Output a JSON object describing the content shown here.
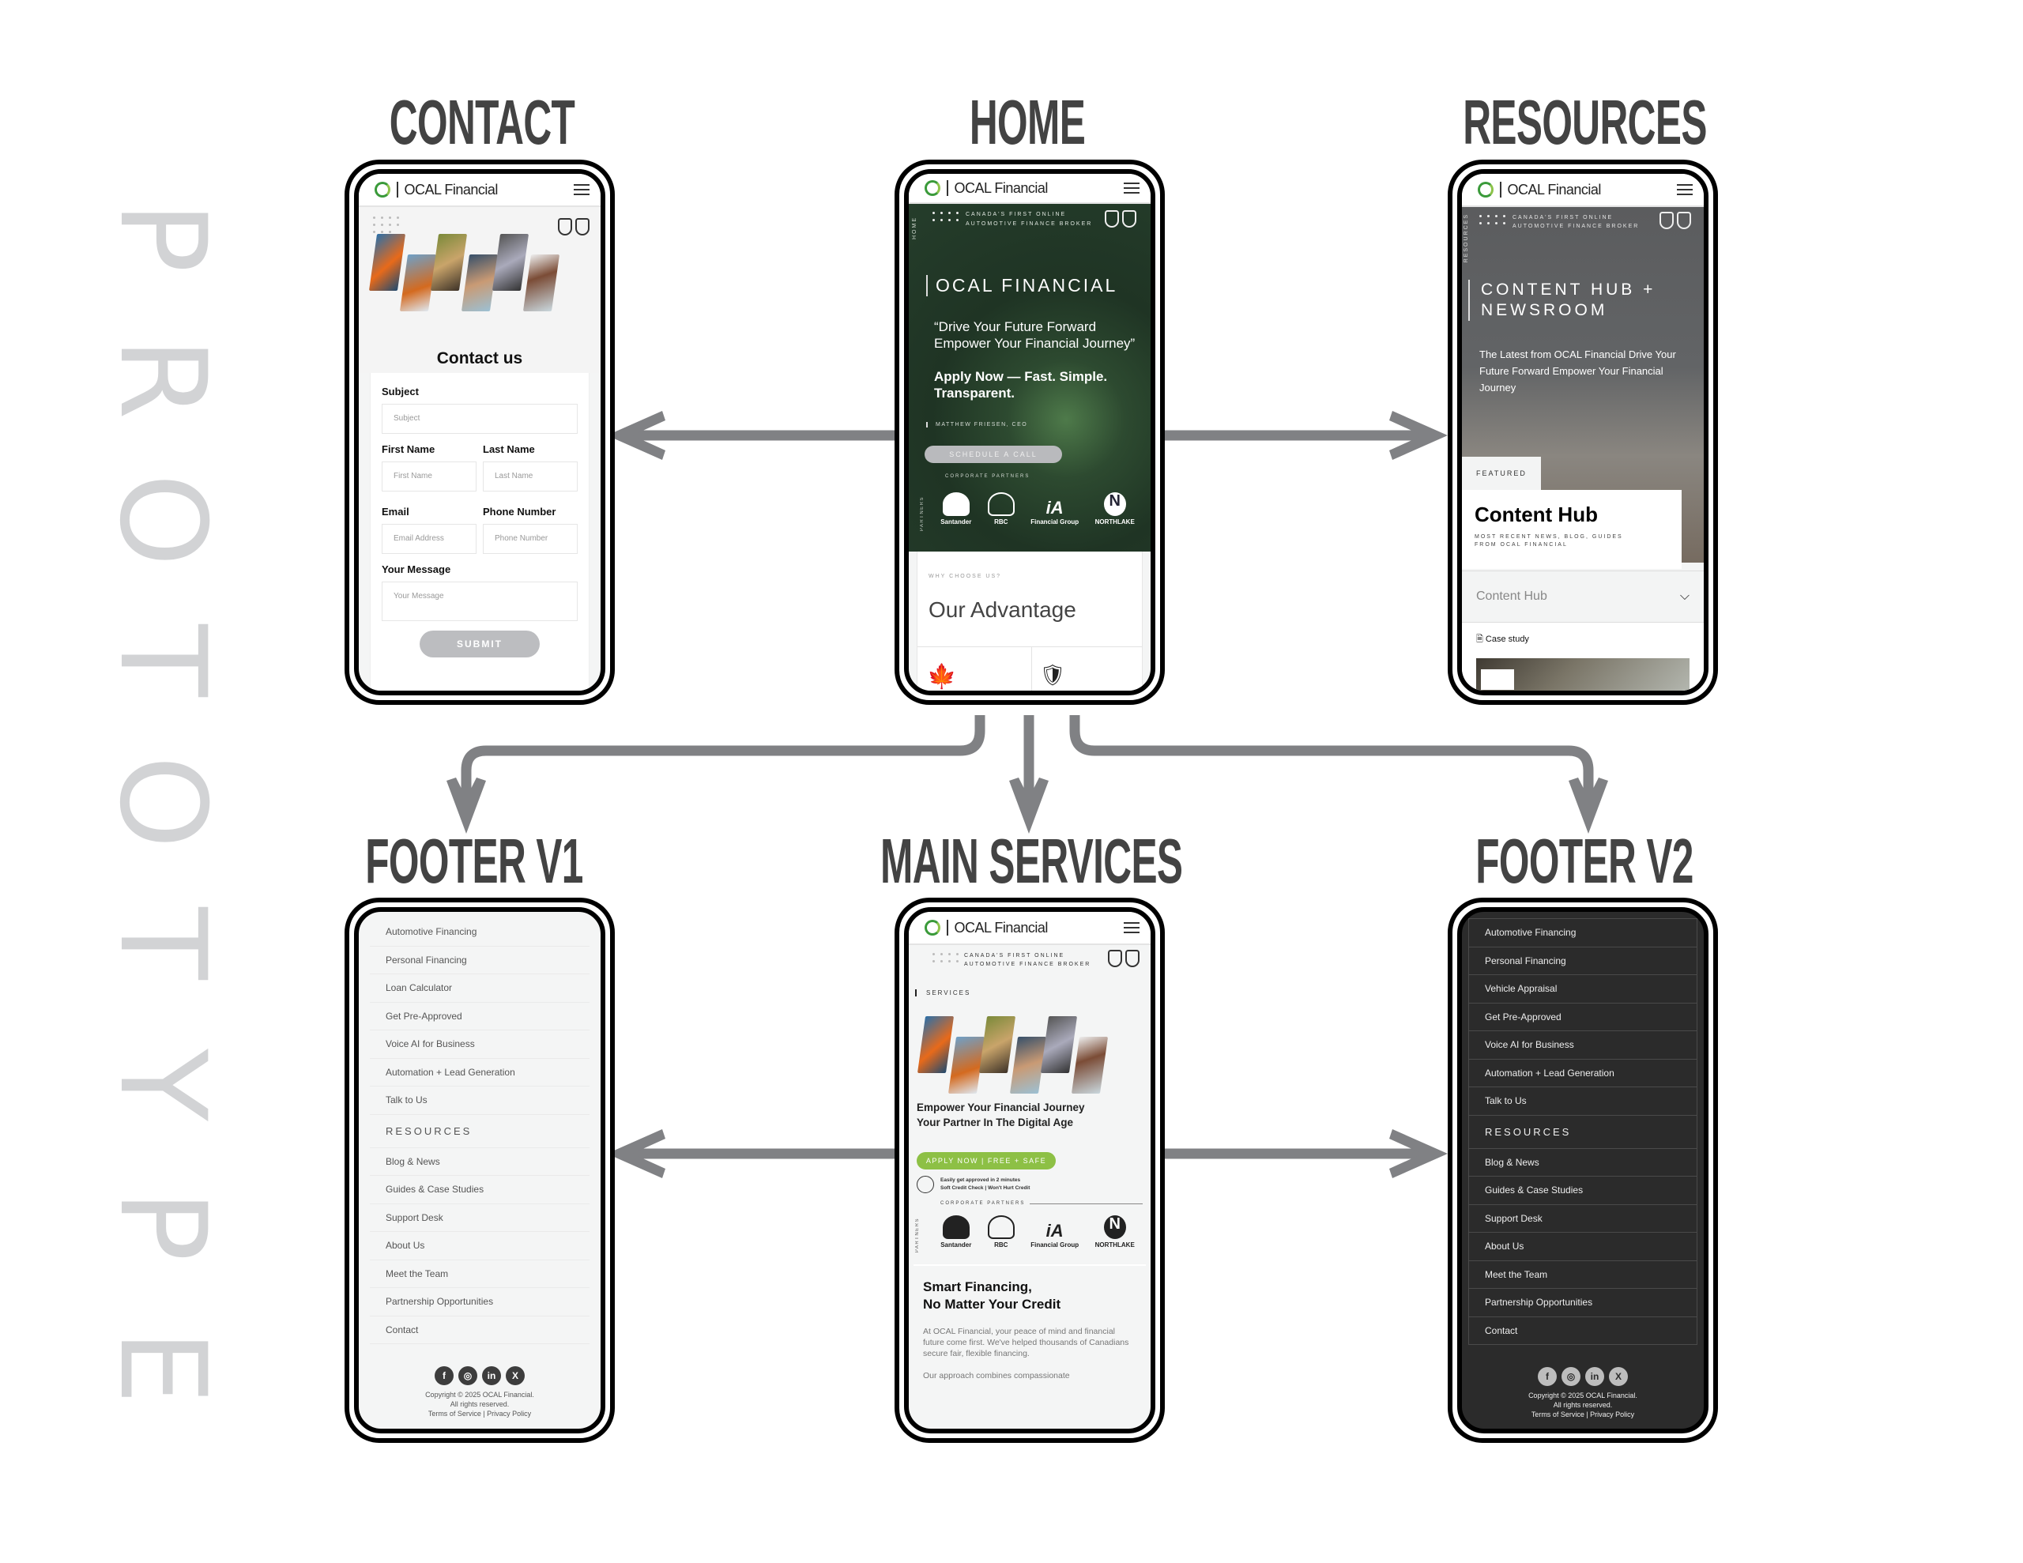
{
  "watermark": {
    "text": [
      "P",
      "R",
      "O",
      "T",
      "O",
      "T",
      "Y",
      "P",
      "E"
    ]
  },
  "titles": {
    "contact": "CONTACT",
    "home": "HOME",
    "resources": "RESOURCES",
    "footer_v1": "FOOTER V1",
    "main_services": "MAIN SERVICES",
    "footer_v2": "FOOTER V2"
  },
  "brand": {
    "name": "OCAL Financial",
    "accent": "#8dc045",
    "ring": "#3a9a3a",
    "arrow_color": "#808184",
    "title_color": "#434343"
  },
  "tagline": {
    "line1": "CANADA'S FIRST ONLINE",
    "line2": "AUTOMOTIVE FINANCE BROKER"
  },
  "contact": {
    "heading": "Contact us",
    "fields": {
      "subject_label": "Subject",
      "subject_placeholder": "Subject",
      "first_label": "First Name",
      "first_placeholder": "First Name",
      "last_label": "Last Name",
      "last_placeholder": "Last Name",
      "email_label": "Email",
      "email_placeholder": "Email Address",
      "phone_label": "Phone Number",
      "phone_placeholder": "Phone Number",
      "message_label": "Your Message",
      "message_placeholder": "Your Message"
    },
    "submit": "SUBMIT"
  },
  "home": {
    "side_label": "HOME",
    "hero_title": "OCAL FINANCIAL",
    "quote": "“Drive Your Future Forward Empower Your Financial Journey”",
    "apply": "Apply Now — Fast. Simple. Transparent.",
    "author": "MATTHEW FRIESEN, CEO",
    "cta": "SCHEDULE A CALL",
    "partners_label": "CORPORATE PARTNERS",
    "partners_side": "PARTNERS",
    "why": "WHY CHOOSE US?",
    "advantage": "Our Advantage"
  },
  "partners": [
    "Santander",
    "RBC",
    "Financial Group",
    "NORTHLAKE"
  ],
  "resources": {
    "side_label": "RESOURCES",
    "hero_title": "CONTENT HUB + NEWSROOM",
    "lead": "The Latest from OCAL Financial Drive Your Future Forward Empower Your Financial Journey",
    "featured": "FEATURED",
    "card_title": "Content Hub",
    "card_sub": "MOST RECENT NEWS, BLOG, GUIDES FROM OCAL FINANCIAL",
    "dropdown": "Content Hub",
    "case_study": "Case study"
  },
  "services": {
    "label": "SERVICES",
    "headline1": "Empower Your Financial Journey",
    "headline2": "Your Partner In The Digital Age",
    "apply": "APPLY NOW | FREE + SAFE",
    "approval1": "Easily get approved in 2 minutes",
    "approval2": "Soft Credit Check | Won't Hurt Credit",
    "partners_label": "CORPORATE PARTNERS",
    "partners_side": "PARTNERS",
    "smart1": "Smart Financing,",
    "smart2": "No Matter Your Credit",
    "body": "At OCAL Financial, your peace of mind and financial future come first. We've helped thousands of Canadians secure fair, flexible financing.",
    "body2": "Our approach combines compassionate"
  },
  "footer_v1": {
    "items": [
      "Automotive Financing",
      "Personal Financing",
      "Loan Calculator",
      "Get Pre-Approved",
      "Voice AI for Business",
      "Automation + Lead Generation",
      "Talk to Us"
    ],
    "resources_head": "RESOURCES",
    "resources": [
      "Blog & News",
      "Guides & Case Studies",
      "Support Desk",
      "About Us",
      "Meet the Team",
      "Partnership Opportunities",
      "Contact"
    ]
  },
  "footer_v2": {
    "items": [
      "Automotive Financing",
      "Personal Financing",
      "Vehicle Appraisal",
      "Get Pre-Approved",
      "Voice AI for Business",
      "Automation + Lead Generation",
      "Talk to Us"
    ],
    "resources_head": "RESOURCES",
    "resources": [
      "Blog & News",
      "Guides & Case Studies",
      "Support Desk",
      "About Us",
      "Meet the Team",
      "Partnership Opportunities",
      "Contact"
    ]
  },
  "footer_common": {
    "social": [
      "f",
      "◎",
      "in",
      "X"
    ],
    "copyright": "Copyright © 2025 OCAL Financial.",
    "rights": "All rights reserved.",
    "links": "Terms of Service | Privacy Policy"
  }
}
